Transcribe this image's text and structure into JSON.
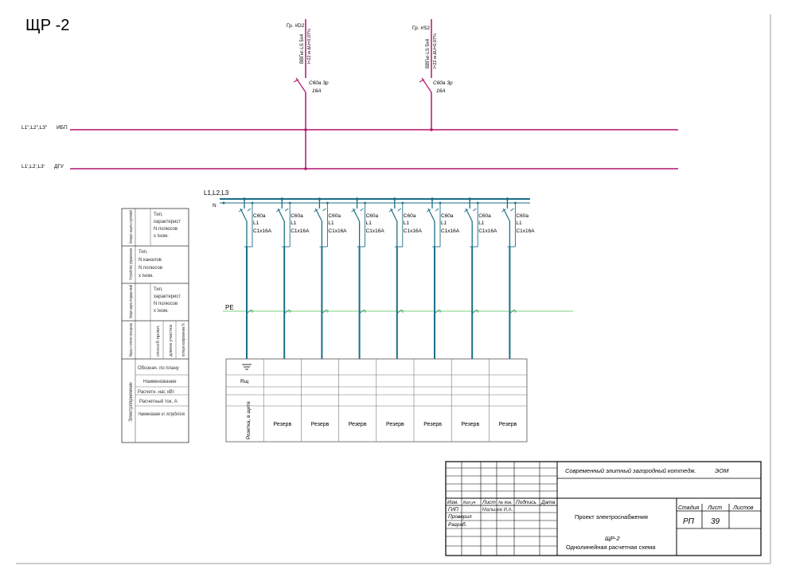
{
  "title": "ЩР -2",
  "feeders": [
    {
      "group": "Гр. #D2",
      "cable": "ВВГнг-LS 5х4",
      "cable_len": "l=22 м  ΔU=0,07%",
      "breaker": "C60a 3p",
      "breaker_rating": "16A"
    },
    {
      "group": "Гр. #S2",
      "cable": "ВВГнг-LS 5х4",
      "cable_len": "l=22 м  ΔU=0,07%",
      "breaker": "C60a 3p",
      "breaker_rating": "16A"
    }
  ],
  "supply_buses": [
    {
      "phases": "L1\",L2\",L3\"",
      "name": "ИБП"
    },
    {
      "phases": "L1',L2',L3'",
      "name": "ДГУ"
    }
  ],
  "panel": {
    "bus_label": "L1,L2,L3",
    "neutral_label": "N",
    "pe_label": "PE",
    "breakers": [
      {
        "type": "C60a",
        "phase": "L1",
        "rating": "C1x16A"
      },
      {
        "type": "C60a",
        "phase": "L1",
        "rating": "C1x16A"
      },
      {
        "type": "C60a",
        "phase": "L1",
        "rating": "C1x16A"
      },
      {
        "type": "C60a",
        "phase": "L1",
        "rating": "C1x16A"
      },
      {
        "type": "C60a",
        "phase": "L1",
        "rating": "C1x16A"
      },
      {
        "type": "C60a",
        "phase": "L1",
        "rating": "C1x16A"
      },
      {
        "type": "C60a",
        "phase": "L1",
        "rating": "C1x16A"
      },
      {
        "type": "C60a",
        "phase": "L1",
        "rating": "C1x16A"
      }
    ],
    "consumer_first": "Розетка, в щите",
    "consumer_first_power": "Rщ",
    "consumers": [
      "Резерв",
      "Резерв",
      "Резерв",
      "Резерв",
      "Резерв",
      "Резерв",
      "Резерв"
    ]
  },
  "legend": {
    "groups": [
      {
        "group": "Аппарат защиты групповой",
        "desc": [
          "Тип,",
          "характерист",
          "N полюсов",
          "х Iном."
        ]
      },
      {
        "group": "Устройство управления",
        "desc": [
          "Тип,",
          "N каналов",
          "N полюсов",
          "х Iном."
        ]
      },
      {
        "group": "Аппарат защиты отходящих линий",
        "desc": [
          "Тип,",
          "характерист",
          "N полюсов",
          "х Iном."
        ]
      },
      {
        "group": "Марка и сечение проводника",
        "desc": [
          "способ прокл.",
          "длина участка",
          "потеря напряжения,%"
        ]
      }
    ],
    "consumer_group": "Электроприемник",
    "consumer_rows": [
      "Обознач. по плану",
      "Наименование",
      "Расчетн. наг, кВт",
      "Расчетный ток, А",
      "Наименование эл. потребителя"
    ]
  },
  "stamp": {
    "project": "Современный элитный загородный коттедж.",
    "code": "ЭОМ",
    "headers": [
      "Изм.",
      "Кол.уч",
      "Лист",
      "№ док.",
      "Подпись",
      "Дата"
    ],
    "role_gip": "ГИП",
    "person_gip": "Мальцев И.А.",
    "role_check": "Проверил",
    "role_dev": "Разраб.",
    "section": "Проект электроснабжения",
    "stage_label": "Стадия",
    "sheet_label": "Лист",
    "sheets_label": "Листов",
    "stage": "РП",
    "sheet": "39",
    "drawing_name": "ЩР-2",
    "drawing_title": "Однолинейная расчетная схема"
  },
  "colors": {
    "supply_bus": "#b0156e",
    "panel_bus": "#1a6f86",
    "pe_line": "#7fd07f"
  }
}
